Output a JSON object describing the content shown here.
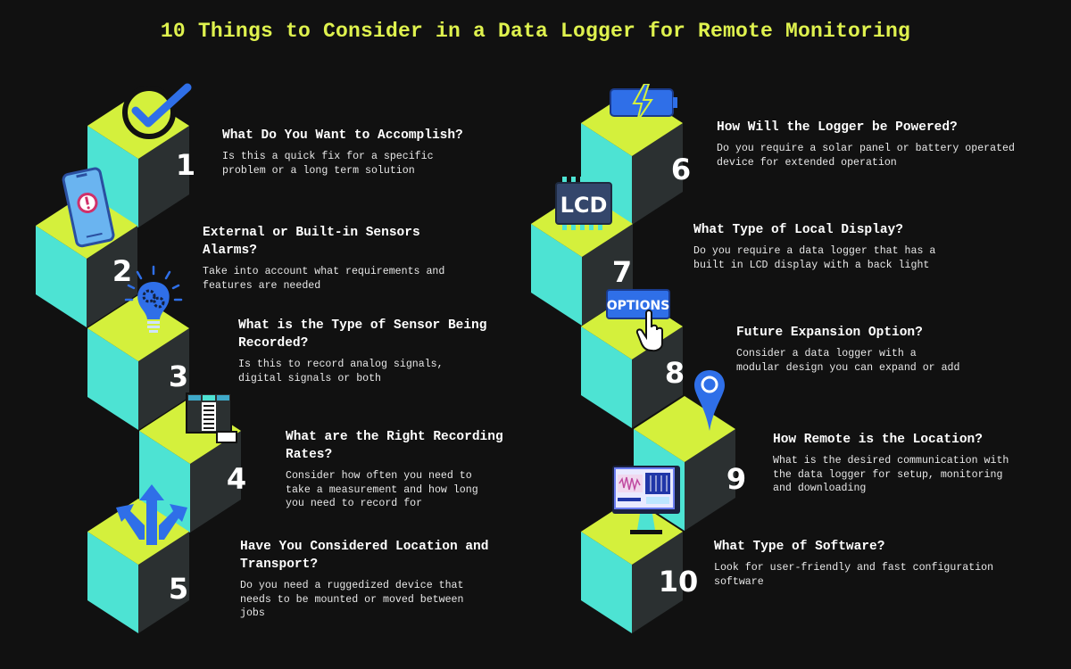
{
  "title": "10 Things to Consider in a Data Logger for Remote Monitoring",
  "colors": {
    "background": "#111111",
    "title": "#dff24e",
    "cube_top": "#d4f03c",
    "cube_left": "#4de3d3",
    "cube_right": "#2b3031",
    "icon_blue": "#2f6fe8"
  },
  "icon_labels": {
    "lcd": "LCD",
    "options": "OPTIONS"
  },
  "items": [
    {
      "num": "1",
      "icon": "checkmark-icon",
      "heading": [
        "What Do You Want to Accomplish?"
      ],
      "body": [
        "Is this a quick fix for a specific",
        "problem or a long term solution"
      ]
    },
    {
      "num": "2",
      "icon": "phone-alert-icon",
      "heading": [
        "External or Built-in Sensors",
        "Alarms?"
      ],
      "body": [
        "Take into account what requirements and",
        "features are needed"
      ]
    },
    {
      "num": "3",
      "icon": "lightbulb-gears-icon",
      "heading": [
        "What is the Type of Sensor Being",
        "Recorded?"
      ],
      "body": [
        "Is this to record analog signals,",
        "digital signals or both"
      ]
    },
    {
      "num": "4",
      "icon": "data-table-icon",
      "heading": [
        "What are the Right Recording",
        "Rates?"
      ],
      "body": [
        "Consider how often you need to",
        "take a measurement and how long",
        "you need to record for"
      ]
    },
    {
      "num": "5",
      "icon": "directions-arrows-icon",
      "heading": [
        "Have You Considered Location and",
        "Transport?"
      ],
      "body": [
        "Do you need a ruggedized device that",
        "needs to be mounted or moved between",
        "jobs"
      ]
    },
    {
      "num": "6",
      "icon": "battery-charge-icon",
      "heading": [
        "How Will the Logger be Powered?"
      ],
      "body": [
        "Do you require a solar panel or battery operated",
        "device for extended operation"
      ]
    },
    {
      "num": "7",
      "icon": "lcd-chip-icon",
      "heading": [
        "What Type of Local Display?"
      ],
      "body": [
        "Do you require a data logger that has a",
        "built in LCD display with a back light"
      ]
    },
    {
      "num": "8",
      "icon": "options-button-icon",
      "heading": [
        "Future Expansion Option?"
      ],
      "body": [
        "Consider a data logger with a",
        "modular design you can expand or add"
      ]
    },
    {
      "num": "9",
      "icon": "location-pin-icon",
      "heading": [
        "How Remote is the Location?"
      ],
      "body": [
        "What is the desired communication with",
        "the data logger for setup, monitoring",
        "and downloading"
      ]
    },
    {
      "num": "10",
      "icon": "software-monitor-icon",
      "heading": [
        "What Type of Software?"
      ],
      "body": [
        "Look for user-friendly and fast configuration",
        "software"
      ]
    }
  ]
}
